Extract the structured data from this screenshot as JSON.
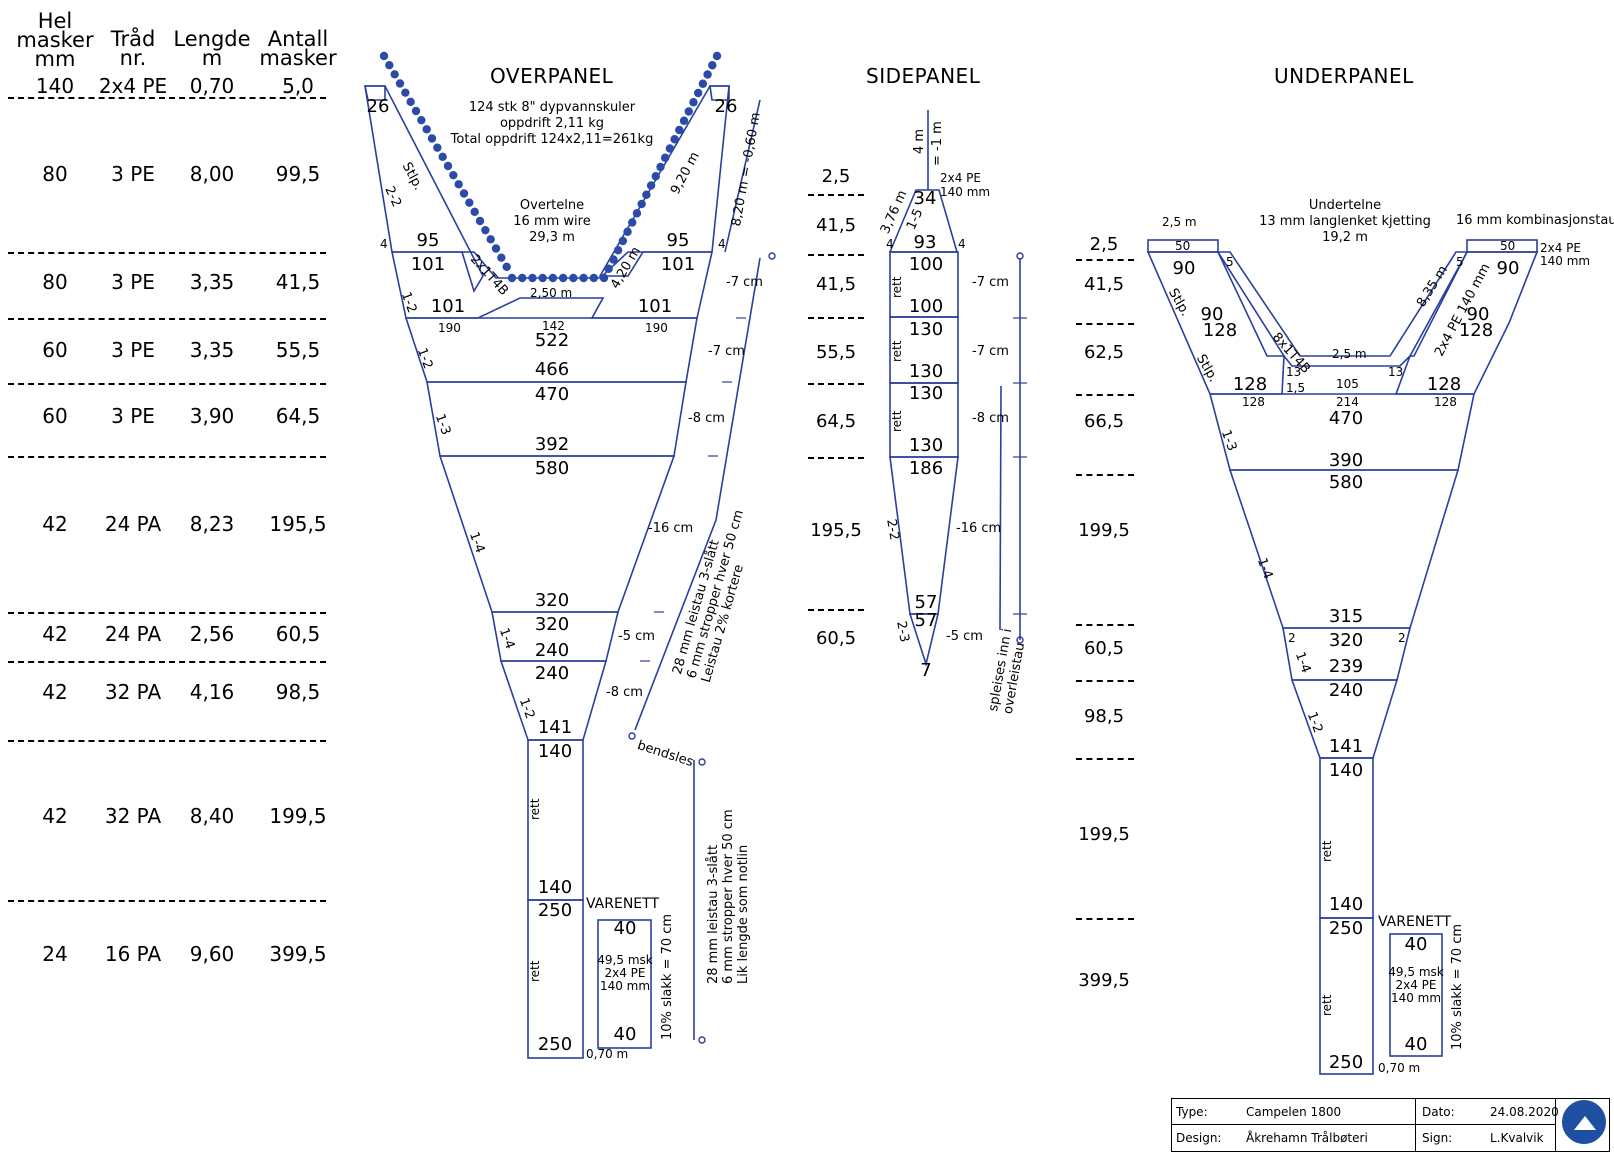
{
  "spec_table": {
    "headers": [
      {
        "lines": [
          "Hel",
          "masker",
          "mm"
        ]
      },
      {
        "lines": [
          "Tråd",
          "nr."
        ]
      },
      {
        "lines": [
          "Lengde",
          "m"
        ]
      },
      {
        "lines": [
          "Antall",
          "masker"
        ]
      }
    ],
    "rows": [
      [
        "140",
        "2x4 PE",
        "0,70",
        "5,0"
      ],
      [
        "80",
        "3 PE",
        "8,00",
        "99,5"
      ],
      [
        "80",
        "3 PE",
        "3,35",
        "41,5"
      ],
      [
        "60",
        "3 PE",
        "3,35",
        "55,5"
      ],
      [
        "60",
        "3 PE",
        "3,90",
        "64,5"
      ],
      [
        "42",
        "24 PA",
        "8,23",
        "195,5"
      ],
      [
        "42",
        "24 PA",
        "2,56",
        "60,5"
      ],
      [
        "42",
        "32 PA",
        "4,16",
        "98,5"
      ],
      [
        "42",
        "32 PA",
        "8,40",
        "199,5"
      ],
      [
        "24",
        "16 PA",
        "9,60",
        "399,5"
      ]
    ]
  },
  "overpanel": {
    "title": "OVERPANEL",
    "float_note": [
      "124 stk 8\" dypvannskuler",
      "oppdrift 2,11 kg",
      "Total oppdrift 124x2,11=261kg"
    ],
    "headline_note": [
      "Overtelne",
      "16 mm wire",
      "29,3 m"
    ],
    "counts": [
      "26",
      "26",
      "95",
      "95",
      "101",
      "101",
      "101",
      "101",
      "522",
      "466",
      "470",
      "392",
      "580",
      "320",
      "320",
      "240",
      "240",
      "141",
      "140",
      "140",
      "250",
      "250"
    ],
    "small": [
      "4",
      "4",
      "190",
      "142",
      "190",
      "2,50 m",
      "2x1T4B",
      "4,20 m",
      "9,20 m",
      "8,20 m = -0,60 m",
      "Stlp.",
      "2-2"
    ],
    "cuts": [
      "1-2",
      "1-2",
      "1-3",
      "1-4",
      "1-4",
      "1-2"
    ],
    "rett": "rett",
    "drops": [
      "-7 cm",
      "-7 cm",
      "-8 cm",
      "-16 cm",
      "-5 cm",
      "-8 cm"
    ],
    "rope_note": [
      "28 mm leistau 3-slått",
      "6 mm stropper hver 50 cm",
      "Leistau 2% kortere"
    ],
    "bendsles": "bendsles",
    "rope_note2": [
      "28 mm leistau 3-slått",
      "6 mm stropper hver 50 cm",
      "Lik lengde som notlin"
    ],
    "varenett": {
      "title": "VARENETT",
      "top": "40",
      "bottom": "40",
      "lines": [
        "49,5 msk",
        "2x4 PE",
        "140 mm"
      ],
      "slack": "10% slakk = 70 cm",
      "width": "0,70 m"
    }
  },
  "sidepanel": {
    "title": "SIDEPANEL",
    "counts": [
      "34",
      "93",
      "100",
      "100",
      "130",
      "130",
      "130",
      "130",
      "186",
      "57",
      "57",
      "7"
    ],
    "small": [
      "4",
      "4",
      "3,76 m",
      "1-5",
      "2x4 PE",
      "140 mm",
      "4 m",
      "= -1 m",
      "2-2",
      "2-3",
      "rett",
      "rett",
      "rett"
    ],
    "left_counts": [
      "2,5",
      "41,5",
      "41,5",
      "55,5",
      "64,5",
      "195,5",
      "60,5"
    ],
    "drops": [
      "-7 cm",
      "-7 cm",
      "-8 cm",
      "-16 cm",
      "-5 cm"
    ],
    "splice_note": [
      "spleises inn i",
      "overleistau"
    ]
  },
  "underpanel": {
    "title": "UNDERPANEL",
    "footrope_note": [
      "Undertelne",
      "13 mm langlenket kjetting",
      "19,2 m"
    ],
    "combi": "16 mm kombinasjonstau",
    "combi_spec": [
      "2x4 PE",
      "140 mm"
    ],
    "counts": [
      "90",
      "90",
      "90",
      "90",
      "128",
      "128",
      "128",
      "128",
      "470",
      "390",
      "580",
      "315",
      "320",
      "239",
      "240",
      "141",
      "140",
      "140",
      "250",
      "250"
    ],
    "small": [
      "2,5 m",
      "50",
      "50",
      "5",
      "5",
      "13",
      "13",
      "1,5",
      "105",
      "214",
      "128",
      "128",
      "2,5 m",
      "8,35 m",
      "2x4 PE 140 mm",
      "8x1T4B",
      "Stlp.",
      "Stlp.",
      "2",
      "2"
    ],
    "cuts": [
      "1-3",
      "1-4",
      "1-4",
      "1-2"
    ],
    "left_counts": [
      "2,5",
      "41,5",
      "62,5",
      "66,5",
      "199,5",
      "60,5",
      "98,5",
      "199,5",
      "399,5"
    ],
    "rett": "rett",
    "varenett": {
      "title": "VARENETT",
      "top": "40",
      "bottom": "40",
      "lines": [
        "49,5 msk",
        "2x4 PE",
        "140 mm"
      ],
      "slack": "10% slakk = 70 cm",
      "width": "0,70 m"
    }
  },
  "title_block": {
    "type_label": "Type:",
    "type_value": "Campelen 1800",
    "date_label": "Dato:",
    "date_value": "24.08.2020",
    "design_label": "Design:",
    "design_value": "Åkrehamn Trålbøteri",
    "sign_label": "Sign:",
    "sign_value": "L.Kvalvik"
  },
  "colors": {
    "line": "#2a3f9e",
    "float": "#2c4aa8",
    "ink": "#000000"
  }
}
